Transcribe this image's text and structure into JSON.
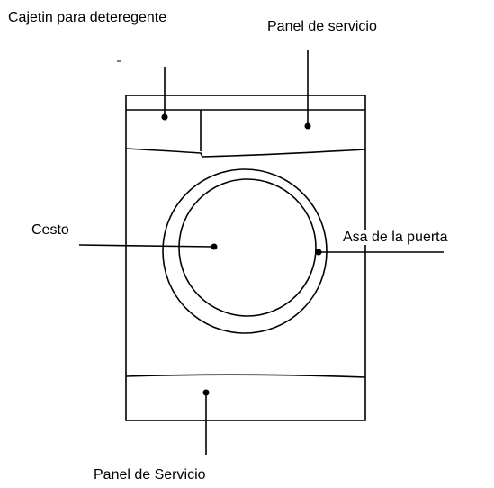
{
  "diagram": {
    "labels": {
      "detergent_drawer": "Cajetin para deteregente",
      "service_panel_top": "Panel de servicio",
      "basket": "Cesto",
      "door_handle": "Asa de la puerta",
      "service_panel_bottom": "Panel de Servicio"
    },
    "colors": {
      "line": "#000000",
      "background": "#ffffff"
    }
  }
}
